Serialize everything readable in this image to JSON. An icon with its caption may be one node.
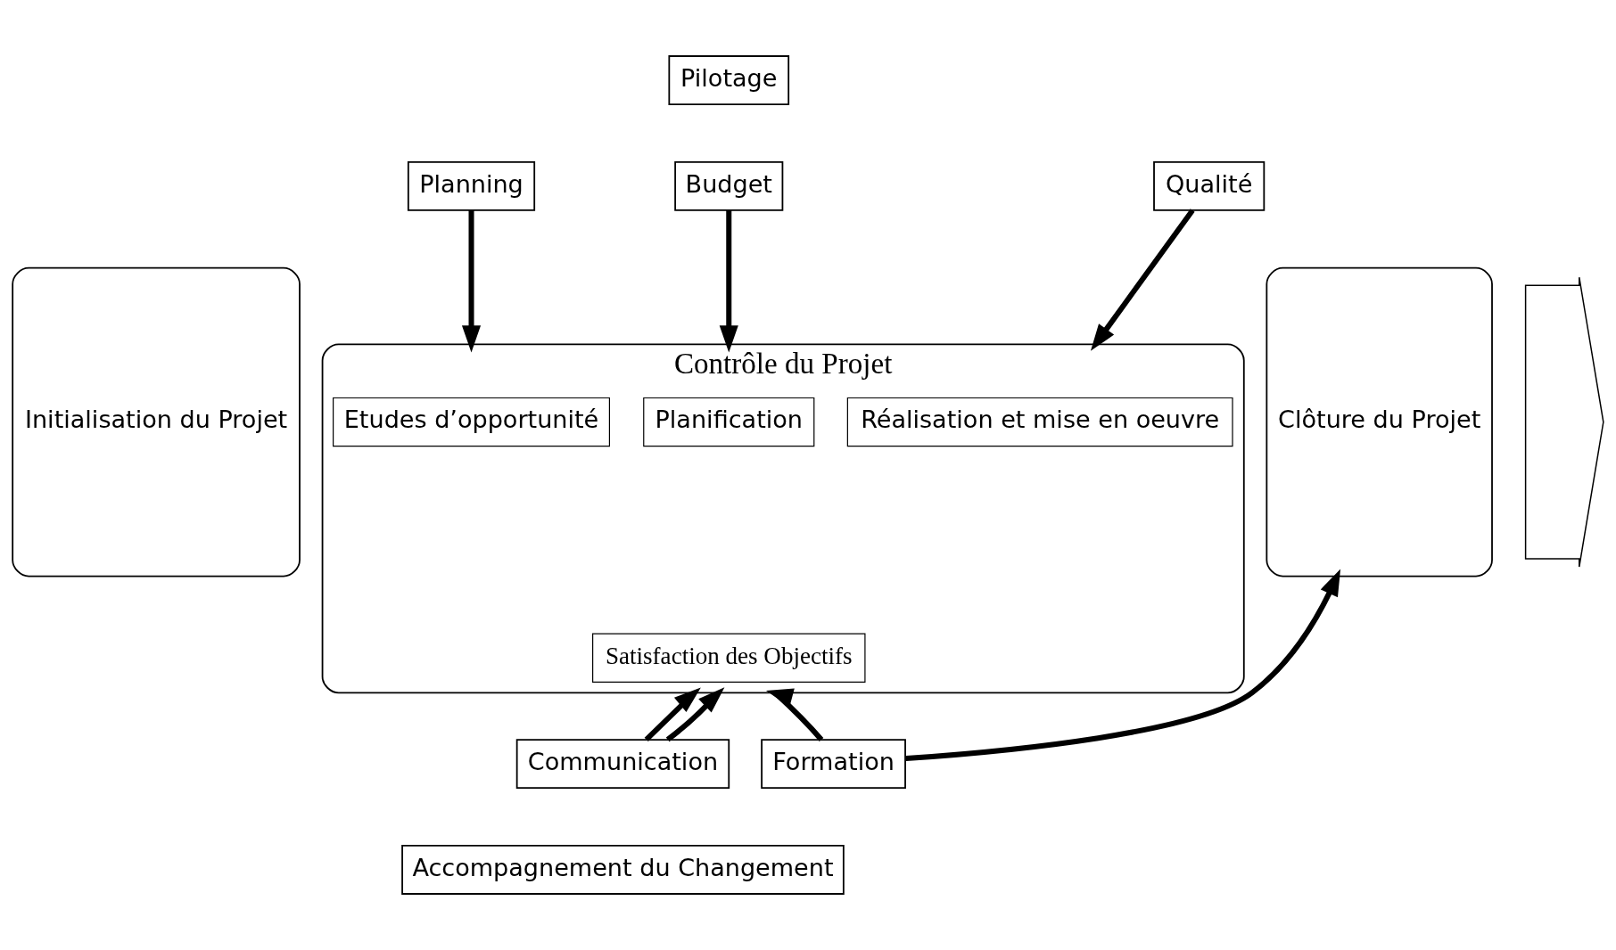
{
  "diagram": {
    "nodes": [
      {
        "text": [
          "Pilotage"
        ]
      },
      {
        "text": [
          "Planning"
        ]
      },
      {
        "text": [
          "Budget"
        ]
      },
      {
        "text": [
          "Qualité"
        ]
      },
      {
        "text": [
          "Initialisation du Projet"
        ]
      },
      {
        "text": [
          "Contrôle du Projet"
        ]
      },
      {
        "text": [
          "Etudes d’opportunité"
        ],
        "in": 5
      },
      {
        "text": [
          "Planification"
        ],
        "in": 5
      },
      {
        "text": [
          "Réalisation et mise en oeuvre"
        ],
        "in": 5
      },
      {
        "text": [
          "Satisfaction des Objectifs"
        ],
        "in": 5
      },
      {
        "text": [
          "Clôture du Projet"
        ]
      },
      {
        "text": [],
        "shape": "arrow"
      },
      {
        "text": [
          "Communication"
        ]
      },
      {
        "text": [
          "Formation"
        ]
      },
      {
        "text": [
          "Accompagnement du Changement"
        ]
      }
    ],
    "edges": [
      {
        "from": 1,
        "to": 5,
        "arrow": "to"
      },
      {
        "from": 2,
        "to": 5,
        "arrow": "to"
      },
      {
        "from": 3,
        "to": 5,
        "arrow": "to"
      },
      {
        "from": 12,
        "to": 5,
        "arrow": "to"
      },
      {
        "from": 12,
        "to": 5,
        "arrow": "to"
      },
      {
        "from": 13,
        "to": 5,
        "arrow": "to"
      },
      {
        "from": 13,
        "to": 10,
        "arrow": "to"
      }
    ]
  }
}
